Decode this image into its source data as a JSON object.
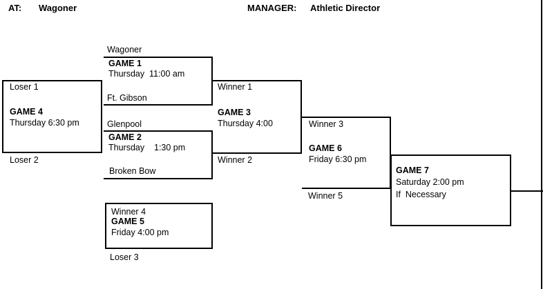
{
  "header": {
    "at_label": "AT:",
    "at_value": "Wagoner",
    "manager_label": "MANAGER:",
    "manager_value": "Athletic Director"
  },
  "bracket": {
    "game1": {
      "title": "GAME 1",
      "time": "Thursday  11:00 am",
      "top_team": "Wagoner",
      "bottom_team": "Ft. Gibson"
    },
    "game2": {
      "title": "GAME 2",
      "time": "Thursday    1:30 pm",
      "top_team": "Glenpool",
      "bottom_team": "Broken Bow"
    },
    "game3": {
      "title": "GAME 3",
      "time": "Thursday 4:00",
      "top_slot": "Winner 1",
      "bottom_slot": "Winner 2"
    },
    "game4": {
      "title": "GAME 4",
      "time": "Thursday 6:30 pm",
      "top_slot": "Loser 1",
      "bottom_slot": "Loser 2"
    },
    "game5": {
      "title": "GAME 5",
      "time": "Friday 4:00 pm",
      "top_slot": "Winner 4",
      "bottom_slot": "Loser 3"
    },
    "game6": {
      "title": "GAME 6",
      "time": "Friday 6:30 pm",
      "top_slot": "Winner 3",
      "bottom_slot": "Winner 5"
    },
    "game7": {
      "title": "GAME 7",
      "time": "Saturday 2:00 pm",
      "note": "If  Necessary"
    }
  },
  "colors": {
    "line": "#000000",
    "text": "#000000",
    "background": "#ffffff"
  }
}
